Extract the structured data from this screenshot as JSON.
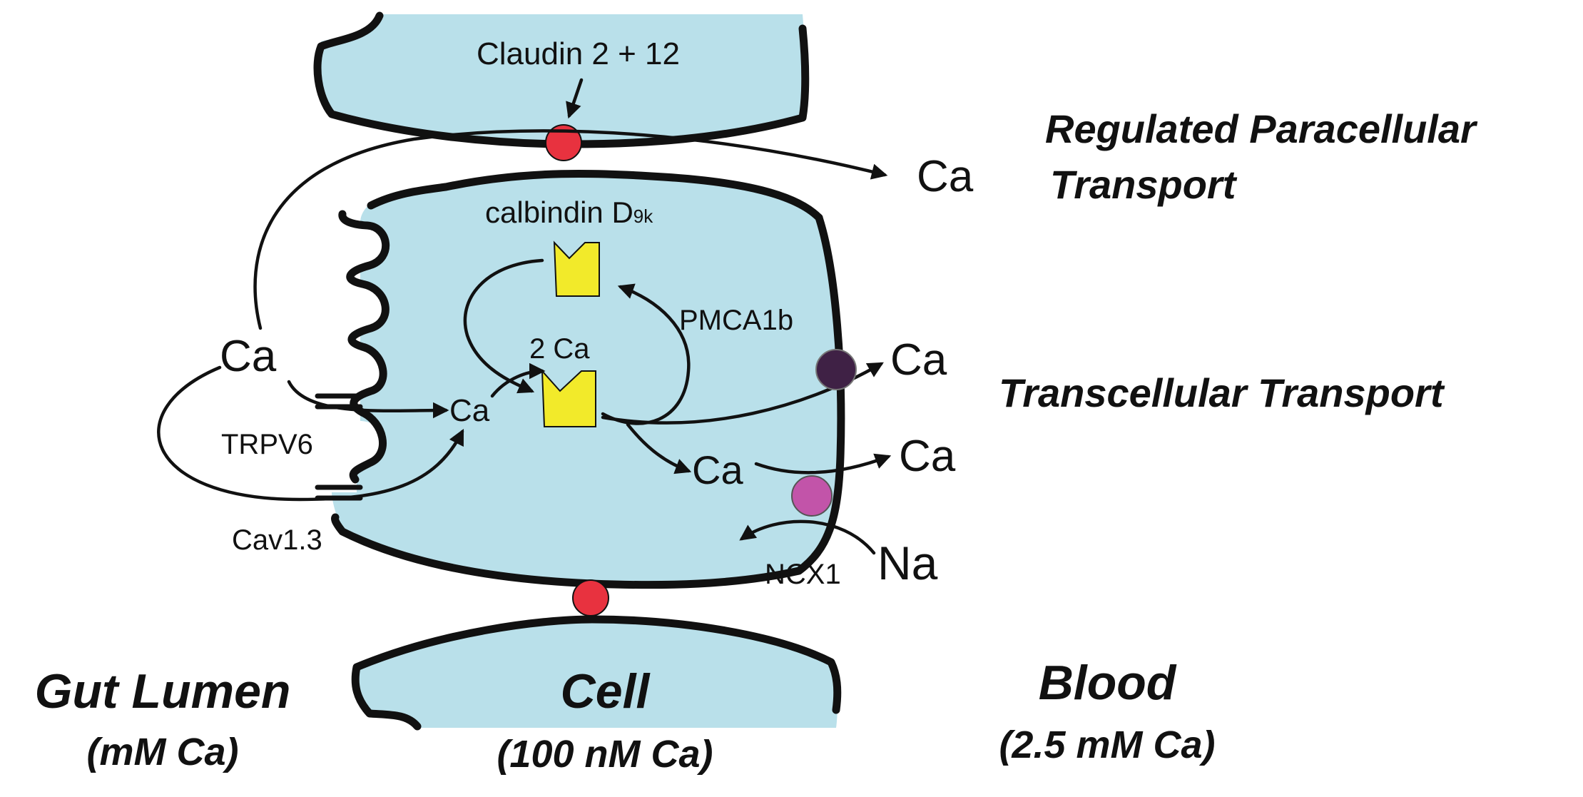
{
  "colors": {
    "cell_fill": "#b9e0ea",
    "membrane": "#111111",
    "claudin": "#e8323f",
    "calbindin": "#f2ea2a",
    "pmca": "#3f2145",
    "ncx": "#c254a9"
  },
  "labels": {
    "claudin": "Claudin 2 + 12",
    "calbindin_main": "calbindin D",
    "calbindin_sub": "9k",
    "pmca": "PMCA1b",
    "two_ca": "2 Ca",
    "trpv6": "TRPV6",
    "cav": "Cav1.3",
    "ncx": "NCX1",
    "ca_lumen": "Ca",
    "ca_entry": "Ca",
    "ca_para_out": "Ca",
    "ca_pmca_out": "Ca",
    "ca_cell_lower": "Ca",
    "ca_ncx_out": "Ca",
    "na": "Na"
  },
  "headings": {
    "paracellular_line1": "Regulated Paracellular",
    "paracellular_line2": "Transport",
    "transcellular": "Transcellular Transport"
  },
  "compartments": {
    "lumen_title": "Gut Lumen",
    "lumen_conc": "(mM Ca)",
    "cell_title": "Cell",
    "cell_conc": "(100 nM Ca)",
    "blood_title": "Blood",
    "blood_conc": "(2.5 mM Ca)"
  }
}
